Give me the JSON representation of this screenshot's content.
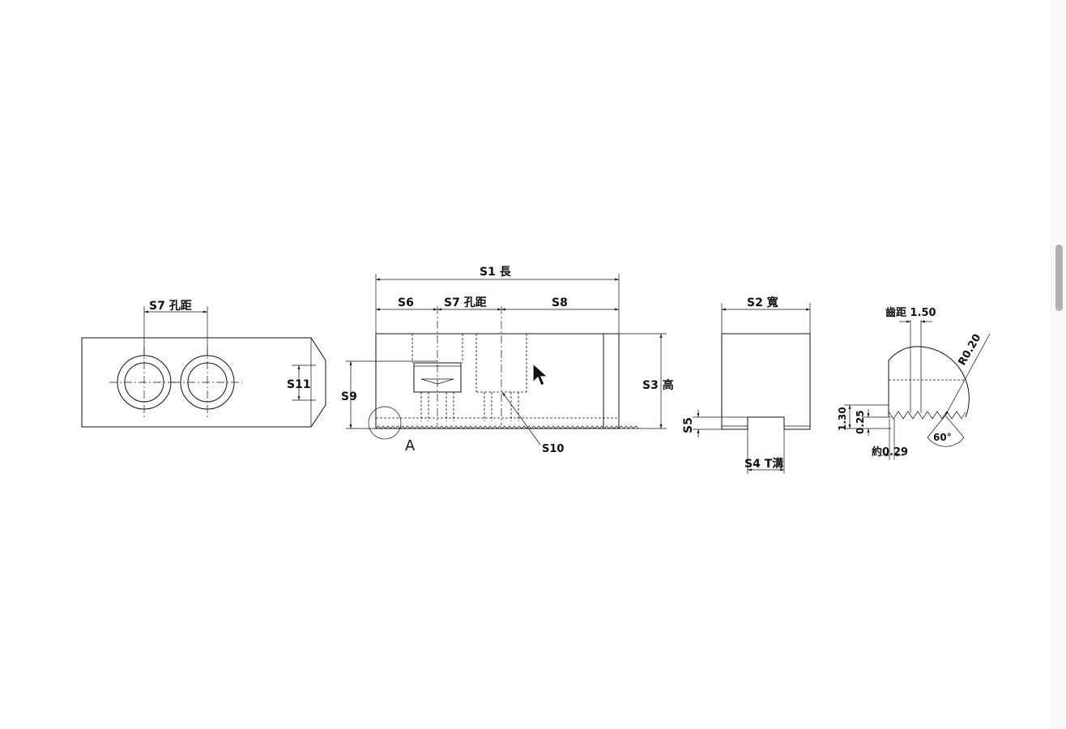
{
  "labels": {
    "s1": "S1 長",
    "s2": "S2 寬",
    "s3": "S3 高",
    "s4": "S4 T溝",
    "s5": "S5",
    "s6": "S6",
    "s7_front": "S7 孔距",
    "s7_top": "S7 孔距",
    "s8": "S8",
    "s9": "S9",
    "s10": "S10",
    "s11": "S11",
    "detail": "A"
  },
  "tooth_detail": {
    "pitch": "齒距 1.50",
    "radius": "R0.20",
    "height": "1.30",
    "tip": "0.25",
    "root": "約0.29",
    "angle": "60°"
  },
  "icons": {
    "cursor": "mouse-pointer-icon"
  }
}
